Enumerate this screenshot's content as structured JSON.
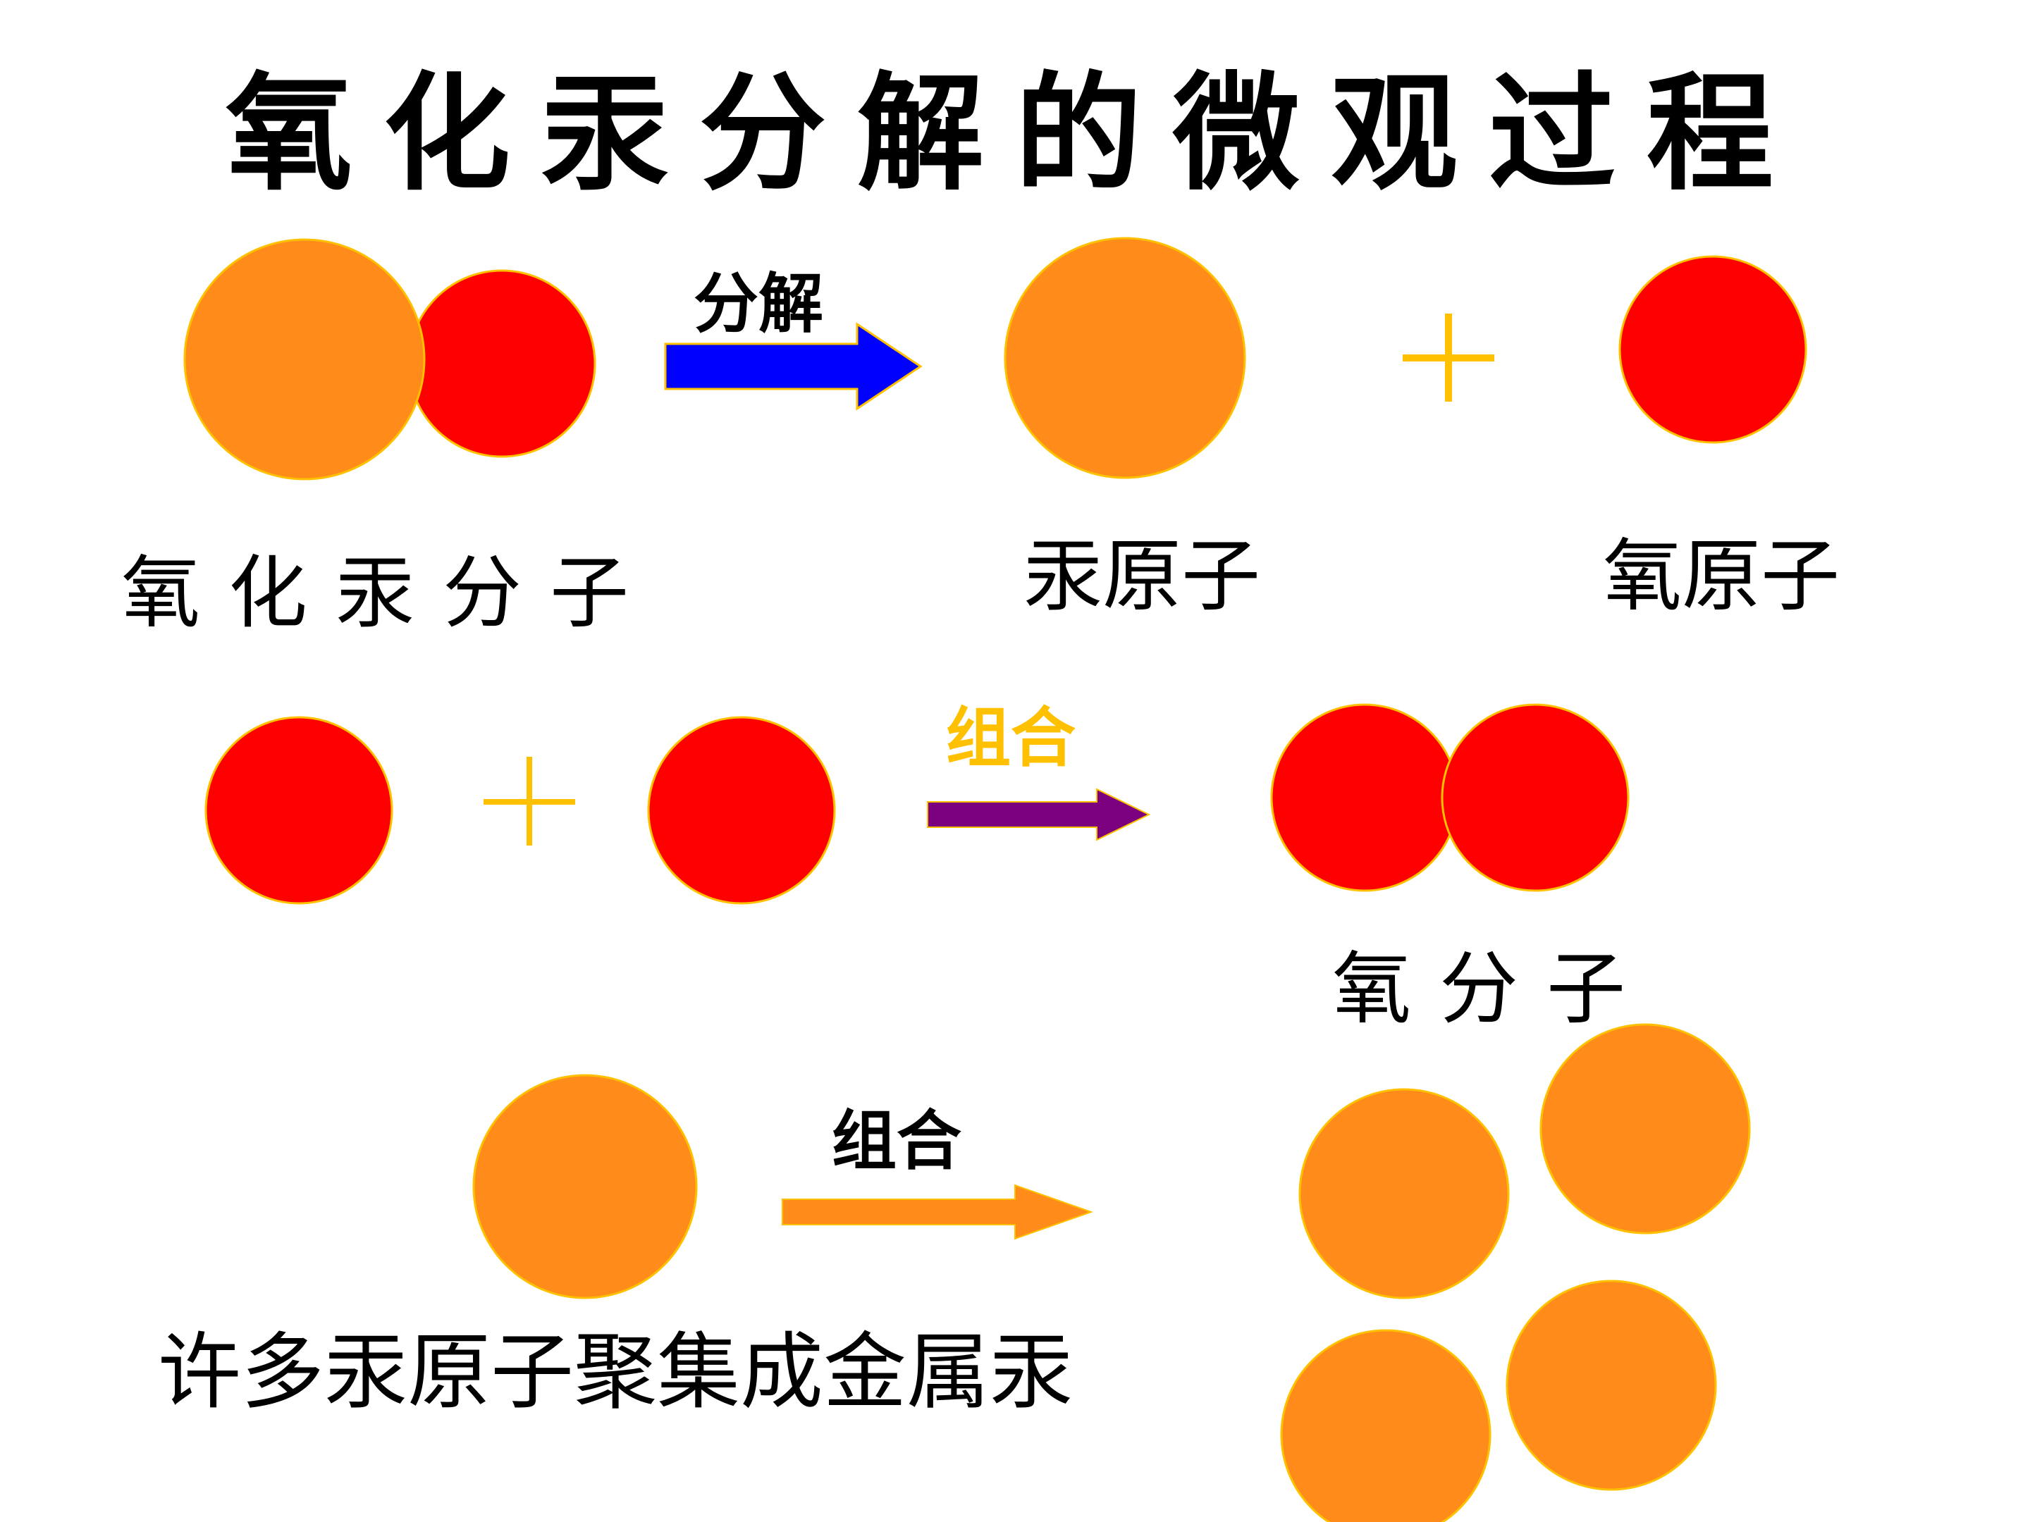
{
  "title": "氧化汞分解的微观过程",
  "row1": {
    "left_label": "氧化汞分子",
    "arrow_label": "分解",
    "result1_label": "汞原子",
    "plus": "+",
    "result2_label": "氧原子"
  },
  "row2": {
    "plus": "+",
    "arrow_label": "组合",
    "result_label": "氧分子"
  },
  "row3": {
    "arrow_label": "组合",
    "left_label": "许多汞原子聚集成金属汞"
  },
  "colors": {
    "mercury_atom": "#FF8C1A",
    "oxygen_atom": "#FF0000",
    "outline": "#FFC000",
    "arrow_decompose": "#0000FF",
    "arrow_combine_oxygen": "#7B0080",
    "arrow_combine_mercury": "#FF8C1A",
    "label_combine_oxygen": "#FFC000",
    "plus_sign": "#FFC000"
  }
}
